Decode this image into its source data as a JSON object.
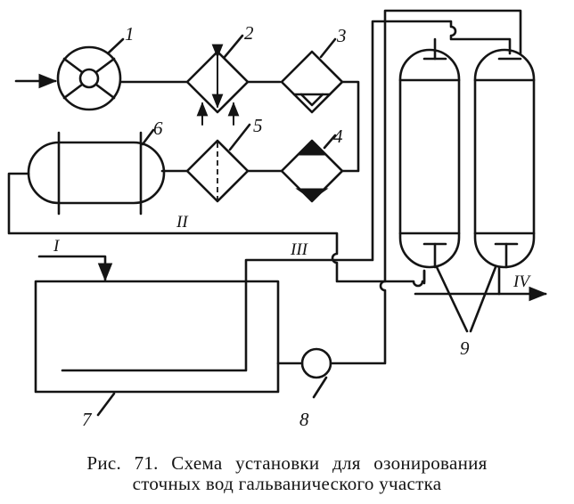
{
  "labels": {
    "l1": "1",
    "l2": "2",
    "l3": "3",
    "l4": "4",
    "l5": "5",
    "l6": "6",
    "l7": "7",
    "l8": "8",
    "l9": "9"
  },
  "streams": {
    "s1": "I",
    "s2": "II",
    "s3": "III",
    "s4": "IV"
  },
  "caption": {
    "line1": "Рис. 71.  Схема установки для озонирования",
    "line2": "сточных вод гальванического участка"
  }
}
